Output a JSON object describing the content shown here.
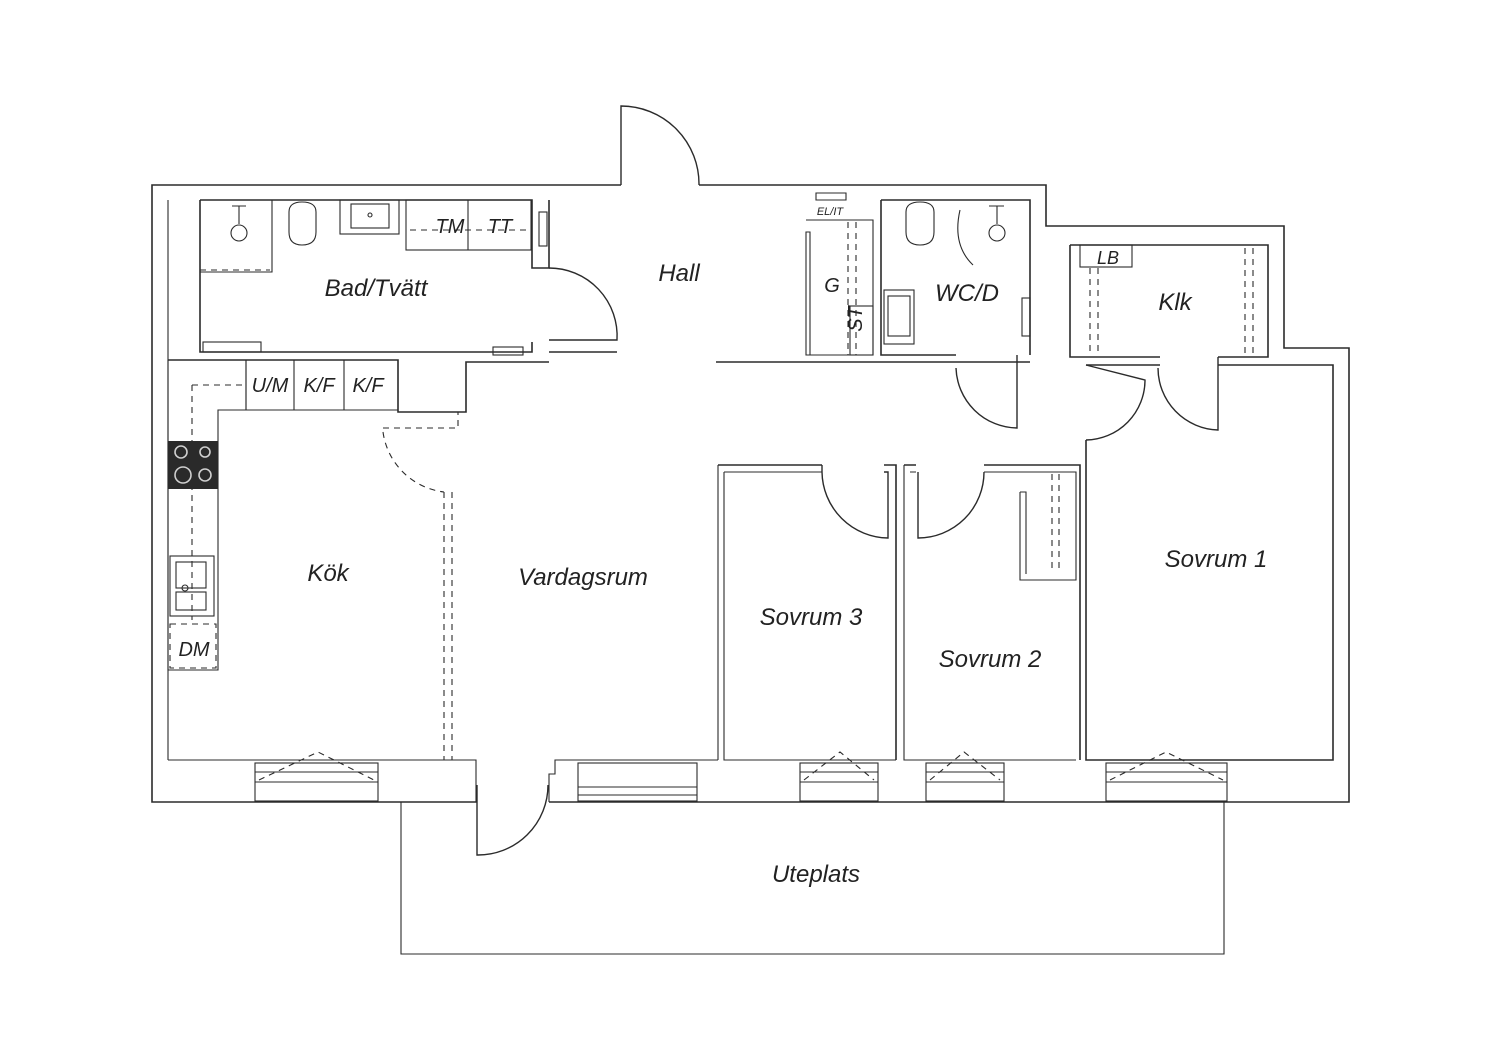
{
  "rooms": {
    "bad_tvatt": "Bad/Tvätt",
    "hall": "Hall",
    "wc_d": "WC/D",
    "klk": "Klk",
    "kok": "Kök",
    "vardagsrum": "Vardagsrum",
    "sovrum3": "Sovrum 3",
    "sovrum2": "Sovrum 2",
    "sovrum1": "Sovrum 1",
    "uteplats": "Uteplats",
    "g": "G",
    "st": "ST"
  },
  "fixtures": {
    "tm": "TM",
    "tt": "TT",
    "um": "U/M",
    "kf1": "K/F",
    "kf2": "K/F",
    "dm": "DM",
    "lb": "LB",
    "el_it": "EL/IT"
  },
  "colors": {
    "line": "#2b2b2b",
    "stove": "#2a2a2a",
    "background": "#ffffff"
  }
}
